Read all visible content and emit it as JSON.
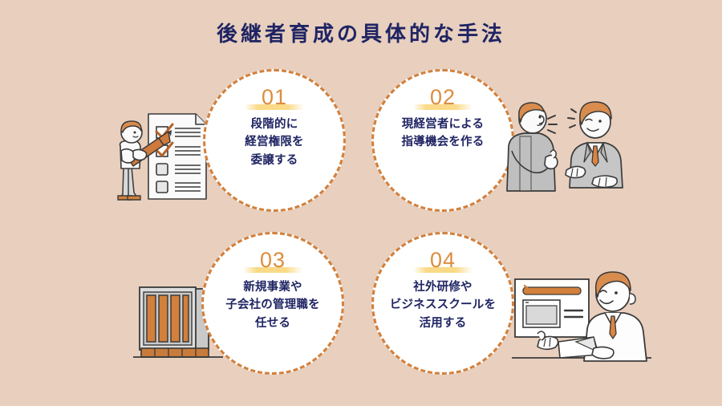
{
  "page": {
    "title": "後継者育成の具体的な手法",
    "background_color": "#E8CFBE",
    "accent_color": "#D2803C",
    "number_color": "#DC8D3E",
    "text_color": "#1F2463",
    "highlight_color": "#FAD881"
  },
  "items": [
    {
      "number": "01",
      "lines": [
        "段階的に",
        "経営権限を",
        "委譲する"
      ],
      "illustration": "checklist-person-icon"
    },
    {
      "number": "02",
      "lines": [
        "現経営者による",
        "指導機会を作る"
      ],
      "illustration": "mentoring-two-people-icon"
    },
    {
      "number": "03",
      "lines": [
        "新規事業や",
        "子会社の管理職を",
        "任せる"
      ],
      "illustration": "office-building-icon"
    },
    {
      "number": "04",
      "lines": [
        "社外研修や",
        "ビジネススクールを",
        "活用する"
      ],
      "illustration": "presentation-person-icon"
    }
  ]
}
